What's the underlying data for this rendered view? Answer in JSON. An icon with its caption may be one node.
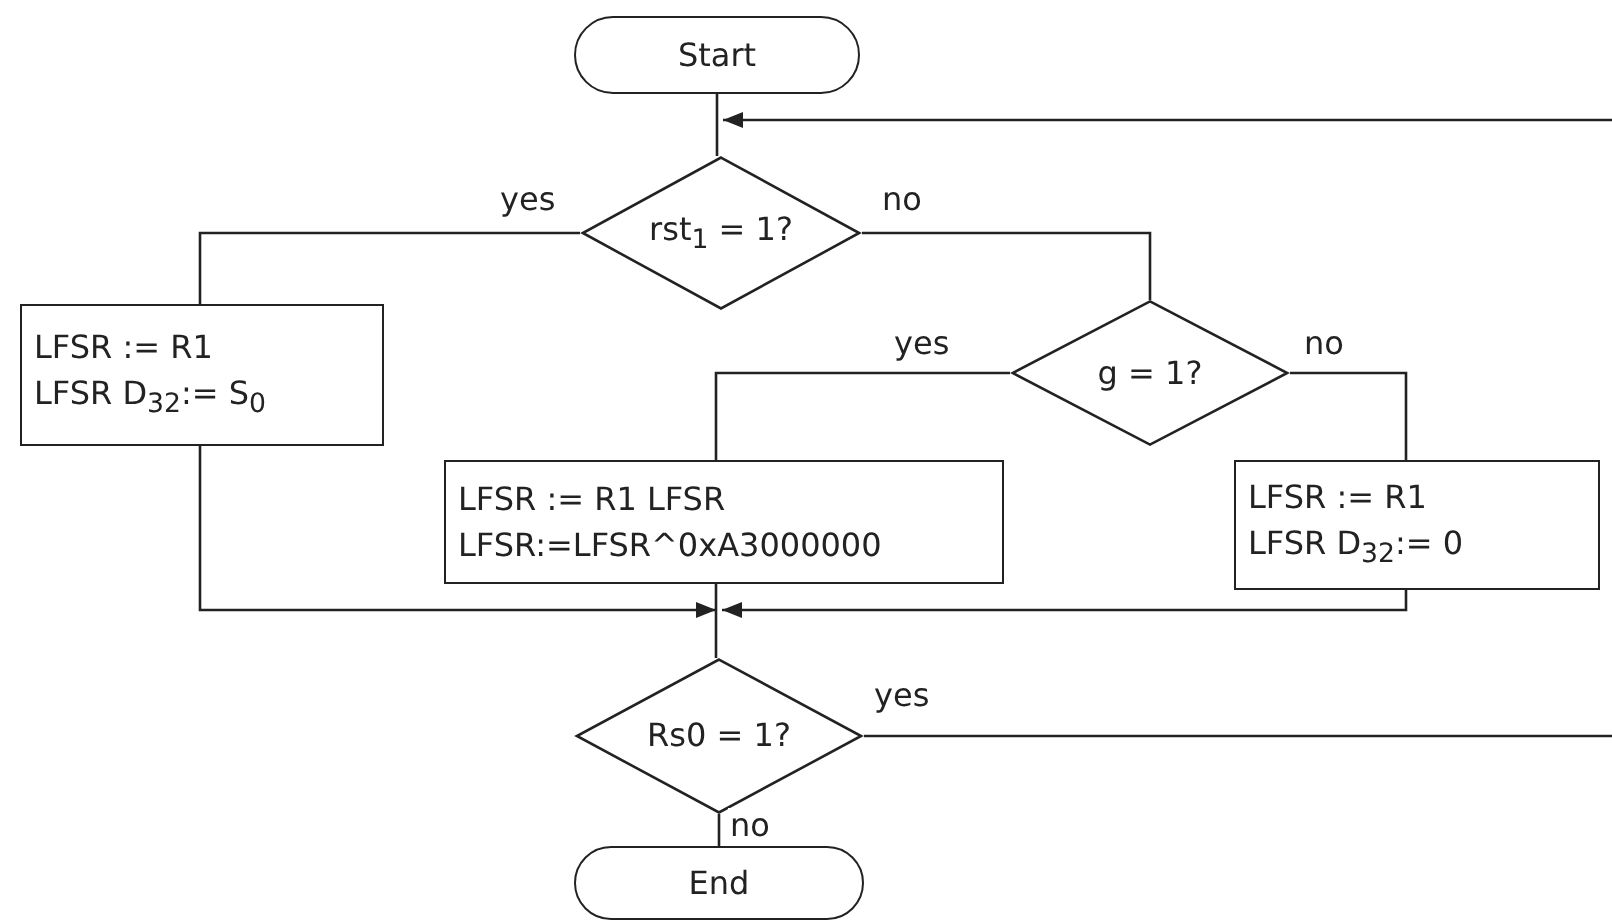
{
  "diagram": {
    "nodes": [
      {
        "text": [
          "Start"
        ]
      },
      {
        "text": [
          "rst$_{1}$ = 1?"
        ]
      },
      {
        "text": [
          "LFSR := R1",
          "LFSR D$_{32}$:= S$_{0}$"
        ]
      },
      {
        "text": [
          "g = 1?"
        ]
      },
      {
        "text": [
          "LFSR := R1 LFSR",
          "LFSR:=LFSR^0xA3000000"
        ]
      },
      {
        "text": [
          "LFSR := R1",
          "LFSR D$_{32}$:= 0"
        ]
      },
      {
        "text": [
          "Rs0 = 1?"
        ]
      },
      {
        "text": [
          "End"
        ]
      }
    ],
    "edges": [
      {
        "from": 0,
        "to": 1,
        "arrow": "none"
      },
      {
        "from": null,
        "to": 1,
        "arrow": "to"
      },
      {
        "from": 1,
        "to": 2,
        "arrow": "none",
        "label": "yes"
      },
      {
        "from": 1,
        "to": 3,
        "arrow": "none",
        "label": "no"
      },
      {
        "from": 3,
        "to": 4,
        "arrow": "none",
        "label": "yes"
      },
      {
        "from": 3,
        "to": 5,
        "arrow": "none",
        "label": "no"
      },
      {
        "from": 2,
        "to": 6,
        "arrow": "to"
      },
      {
        "from": 4,
        "to": 6,
        "arrow": "none"
      },
      {
        "from": 5,
        "to": 6,
        "arrow": "to"
      },
      {
        "from": 6,
        "to": null,
        "arrow": "none",
        "label": "yes"
      },
      {
        "from": 6,
        "to": 7,
        "arrow": "none",
        "label": "no"
      }
    ]
  }
}
